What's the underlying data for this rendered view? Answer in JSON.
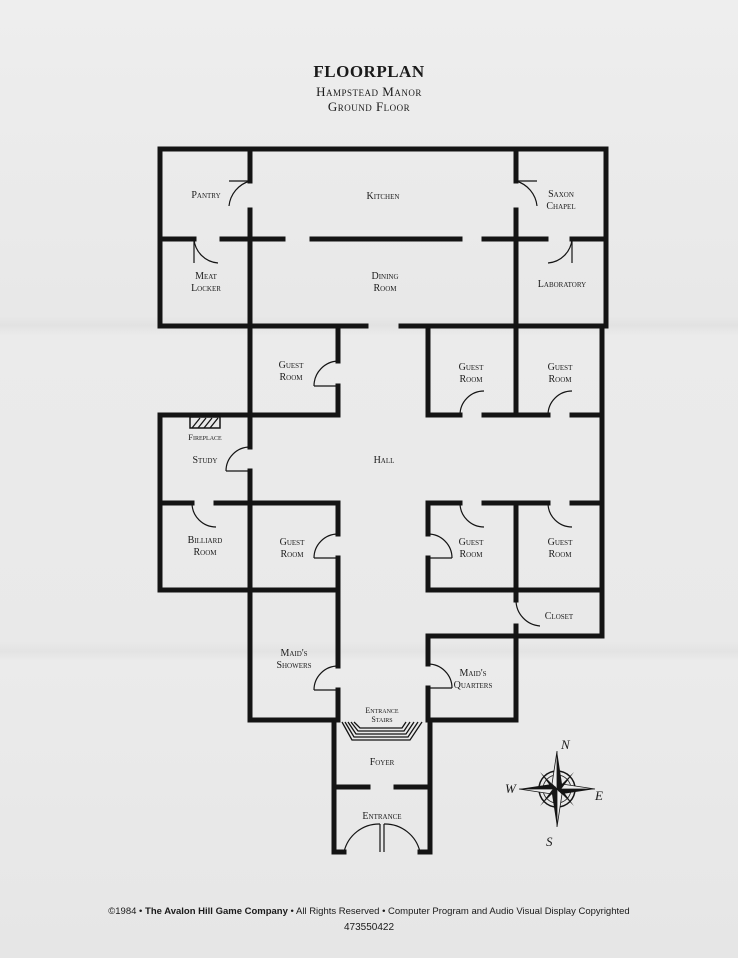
{
  "title": "FLOORPLAN",
  "subtitle1": "Hampstead Manor",
  "subtitle2": "Ground Floor",
  "rooms": {
    "pantry": "Pantry",
    "kitchen": "Kitchen",
    "saxon_chapel_1": "Saxon",
    "saxon_chapel_2": "Chapel",
    "meat_locker_1": "Meat",
    "meat_locker_2": "Locker",
    "dining_room_1": "Dining",
    "dining_room_2": "Room",
    "laboratory": "Laboratory",
    "guest_room_label1": "Guest",
    "guest_room_label2": "Room",
    "fireplace": "Fireplace",
    "study": "Study",
    "hall": "Hall",
    "billiard_room_1": "Billiard",
    "billiard_room_2": "Room",
    "closet": "Closet",
    "maids_showers_1": "Maid's",
    "maids_showers_2": "Showers",
    "maids_quarters_1": "Maid's",
    "maids_quarters_2": "Quarters",
    "entrance_stairs_1": "Entrance",
    "entrance_stairs_2": "Stairs",
    "foyer": "Foyer",
    "entrance": "Entrance"
  },
  "compass": {
    "n": "N",
    "s": "S",
    "e": "E",
    "w": "W"
  },
  "footer": {
    "copyright_symbol": "©1984",
    "company": "The Avalon Hill Game Company",
    "rights": "All Rights Reserved",
    "program": "Computer Program and Audio Visual Display Copyrighted",
    "number": "473550422"
  },
  "colors": {
    "wall": "#141414",
    "paper": "#ececec"
  }
}
